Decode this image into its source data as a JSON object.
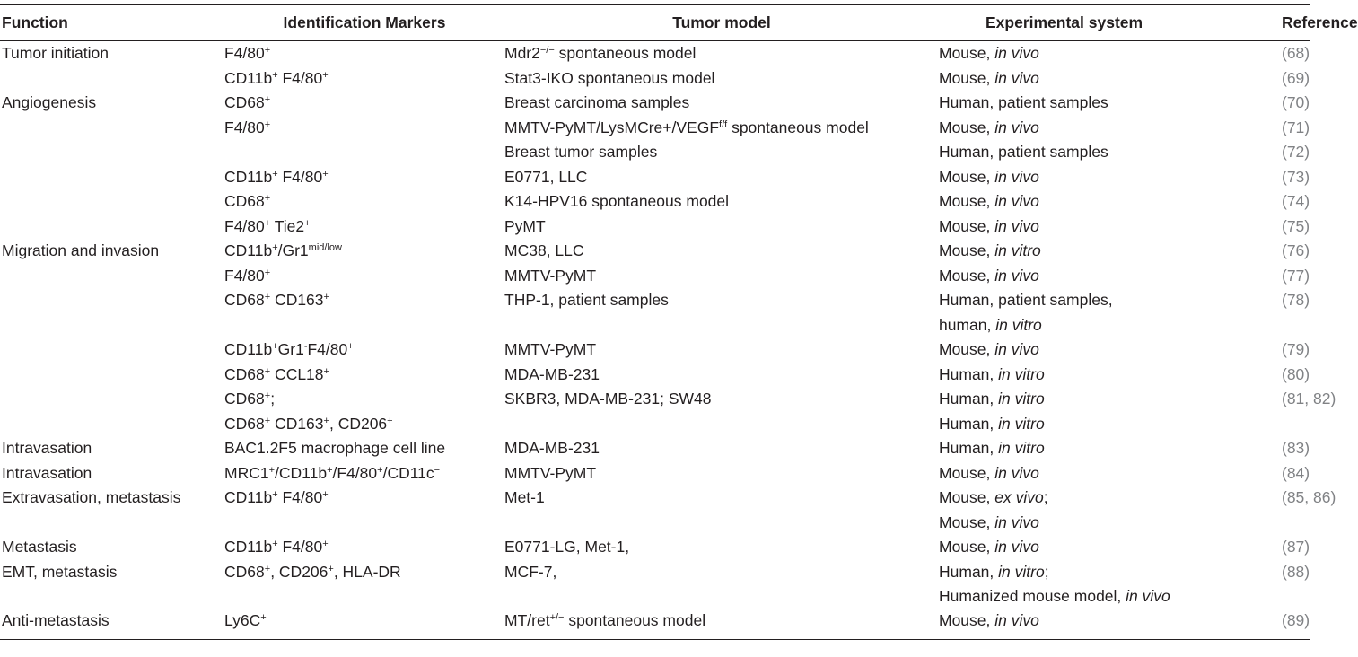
{
  "columns": [
    {
      "label": "Function"
    },
    {
      "label": "Identification Markers"
    },
    {
      "label": "Tumor model"
    },
    {
      "label": "Experimental system"
    },
    {
      "label": "Reference"
    }
  ],
  "rows": [
    {
      "function": "Tumor initiation",
      "markers": [
        [
          "F4/80",
          "sup",
          "+"
        ]
      ],
      "model": [
        [
          "Mdr2",
          "sup",
          "−/−"
        ],
        [
          " spontaneous model",
          "t"
        ]
      ],
      "system": [
        [
          "Mouse, ",
          "t"
        ],
        [
          "in vivo",
          "i"
        ]
      ],
      "ref": "(68)"
    },
    {
      "function": "",
      "markers": [
        [
          "CD11b",
          "t"
        ],
        [
          "+",
          "sup"
        ],
        [
          " F4/80",
          "t"
        ],
        [
          "+",
          "sup"
        ]
      ],
      "model": [
        [
          "Stat3-IKO spontaneous model",
          "t"
        ]
      ],
      "system": [
        [
          "Mouse, ",
          "t"
        ],
        [
          "in vivo",
          "i"
        ]
      ],
      "ref": "(69)"
    },
    {
      "function": "Angiogenesis",
      "markers": [
        [
          "CD68",
          "t"
        ],
        [
          "+",
          "sup"
        ]
      ],
      "model": [
        [
          "Breast carcinoma samples",
          "t"
        ]
      ],
      "system": [
        [
          "Human, patient samples",
          "t"
        ]
      ],
      "ref": "(70)"
    },
    {
      "function": "",
      "markers": [
        [
          "F4/80",
          "t"
        ],
        [
          "+",
          "sup"
        ]
      ],
      "model": [
        [
          "MMTV-PyMT/LysMCre+/VEGF",
          "t"
        ],
        [
          "f/f",
          "sup"
        ],
        [
          " spontaneous model",
          "t"
        ]
      ],
      "system": [
        [
          "Mouse, ",
          "t"
        ],
        [
          "in vivo",
          "i"
        ]
      ],
      "ref": "(71)"
    },
    {
      "function": "",
      "markers": [],
      "model": [
        [
          "Breast tumor samples",
          "t"
        ]
      ],
      "system": [
        [
          "Human, patient samples",
          "t"
        ]
      ],
      "ref": "(72)"
    },
    {
      "function": "",
      "markers": [
        [
          "CD11b",
          "t"
        ],
        [
          "+",
          "sup"
        ],
        [
          " F4/80",
          "t"
        ],
        [
          "+",
          "sup"
        ]
      ],
      "model": [
        [
          "E0771, LLC",
          "t"
        ]
      ],
      "system": [
        [
          "Mouse, ",
          "t"
        ],
        [
          "in vivo",
          "i"
        ]
      ],
      "ref": "(73)"
    },
    {
      "function": "",
      "markers": [
        [
          "CD68",
          "t"
        ],
        [
          "+",
          "sup"
        ]
      ],
      "model": [
        [
          "K14-HPV16 spontaneous model",
          "t"
        ]
      ],
      "system": [
        [
          "Mouse, ",
          "t"
        ],
        [
          "in vivo",
          "i"
        ]
      ],
      "ref": "(74)"
    },
    {
      "function": "",
      "markers": [
        [
          "F4/80",
          "t"
        ],
        [
          "+",
          "sup"
        ],
        [
          " Tie2",
          "t"
        ],
        [
          "+",
          "sup"
        ]
      ],
      "model": [
        [
          "PyMT",
          "t"
        ]
      ],
      "system": [
        [
          "Mouse, ",
          "t"
        ],
        [
          "in vivo",
          "i"
        ]
      ],
      "ref": "(75)"
    },
    {
      "function": "Migration and invasion",
      "markers": [
        [
          "CD11b",
          "t"
        ],
        [
          "+",
          "sup"
        ],
        [
          "/Gr1",
          "t"
        ],
        [
          "mid/low",
          "sup"
        ]
      ],
      "model": [
        [
          "MC38, LLC",
          "t"
        ]
      ],
      "system": [
        [
          "Mouse, ",
          "t"
        ],
        [
          "in vitro",
          "i"
        ]
      ],
      "ref": "(76)"
    },
    {
      "function": "",
      "markers": [
        [
          "F4/80",
          "t"
        ],
        [
          "+",
          "sup"
        ]
      ],
      "model": [
        [
          "MMTV-PyMT",
          "t"
        ]
      ],
      "system": [
        [
          "Mouse, ",
          "t"
        ],
        [
          "in vivo",
          "i"
        ]
      ],
      "ref": "(77)"
    },
    {
      "function": "",
      "markers": [
        [
          "CD68",
          "t"
        ],
        [
          "+",
          "sup"
        ],
        [
          " CD163",
          "t"
        ],
        [
          "+",
          "sup"
        ]
      ],
      "model": [
        [
          "THP-1, patient samples",
          "t"
        ]
      ],
      "system": [
        [
          "Human, patient samples,",
          "t"
        ]
      ],
      "ref": "(78)"
    },
    {
      "function": "",
      "markers": [],
      "model": [],
      "system": [
        [
          "human, ",
          "t"
        ],
        [
          "in vitro",
          "i"
        ]
      ],
      "ref": ""
    },
    {
      "function": "",
      "markers": [
        [
          "CD11b",
          "t"
        ],
        [
          "+",
          "sup"
        ],
        [
          "Gr1",
          "t"
        ],
        [
          "-",
          "sup"
        ],
        [
          "F4/80",
          "t"
        ],
        [
          "+",
          "sup"
        ]
      ],
      "model": [
        [
          "MMTV-PyMT",
          "t"
        ]
      ],
      "system": [
        [
          "Mouse, ",
          "t"
        ],
        [
          "in vivo",
          "i"
        ]
      ],
      "ref": "(79)"
    },
    {
      "function": "",
      "markers": [
        [
          "CD68",
          "t"
        ],
        [
          "+",
          "sup"
        ],
        [
          " CCL18",
          "t"
        ],
        [
          "+",
          "sup"
        ]
      ],
      "model": [
        [
          "MDA-MB-231",
          "t"
        ]
      ],
      "system": [
        [
          "Human, ",
          "t"
        ],
        [
          "in vitro",
          "i"
        ]
      ],
      "ref": "(80)"
    },
    {
      "function": "",
      "markers": [
        [
          "CD68",
          "t"
        ],
        [
          "+",
          "sup"
        ],
        [
          ";",
          "t"
        ]
      ],
      "model": [
        [
          "SKBR3, MDA-MB-231; SW48",
          "t"
        ]
      ],
      "system": [
        [
          "Human, ",
          "t"
        ],
        [
          "in vitro",
          "i"
        ]
      ],
      "ref": "(81, 82)"
    },
    {
      "function": "",
      "markers": [
        [
          "CD68",
          "t"
        ],
        [
          "+",
          "sup"
        ],
        [
          " CD163",
          "t"
        ],
        [
          "+",
          "sup"
        ],
        [
          ", CD206",
          "t"
        ],
        [
          "+",
          "sup"
        ]
      ],
      "model": [],
      "system": [
        [
          "Human, ",
          "t"
        ],
        [
          "in vitro",
          "i"
        ]
      ],
      "ref": ""
    },
    {
      "function": "Intravasation",
      "markers": [
        [
          "BAC1.2F5 macrophage cell line",
          "t"
        ]
      ],
      "model": [
        [
          "MDA-MB-231",
          "t"
        ]
      ],
      "system": [
        [
          "Human, ",
          "t"
        ],
        [
          "in vitro",
          "i"
        ]
      ],
      "ref": "(83)"
    },
    {
      "function": "Intravasation",
      "markers": [
        [
          "MRC1",
          "t"
        ],
        [
          "+",
          "sup"
        ],
        [
          "/CD11b",
          "t"
        ],
        [
          "+",
          "sup"
        ],
        [
          "/F4/80",
          "t"
        ],
        [
          "+",
          "sup"
        ],
        [
          "/CD11c",
          "t"
        ],
        [
          "−",
          "sup"
        ]
      ],
      "model": [
        [
          "MMTV-PyMT",
          "t"
        ]
      ],
      "system": [
        [
          "Mouse, ",
          "t"
        ],
        [
          "in vivo",
          "i"
        ]
      ],
      "ref": "(84)"
    },
    {
      "function": "Extravasation, metastasis",
      "markers": [
        [
          "CD11b",
          "t"
        ],
        [
          "+",
          "sup"
        ],
        [
          " F4/80",
          "t"
        ],
        [
          "+",
          "sup"
        ]
      ],
      "model": [
        [
          "Met-1",
          "t"
        ]
      ],
      "system": [
        [
          "Mouse, ",
          "t"
        ],
        [
          "ex vivo",
          "i"
        ],
        [
          ";",
          "t"
        ]
      ],
      "ref": "(85, 86)"
    },
    {
      "function": "",
      "markers": [],
      "model": [],
      "system": [
        [
          "Mouse, ",
          "t"
        ],
        [
          "in vivo",
          "i"
        ]
      ],
      "ref": ""
    },
    {
      "function": "Metastasis",
      "markers": [
        [
          "CD11b",
          "t"
        ],
        [
          "+",
          "sup"
        ],
        [
          " F4/80",
          "t"
        ],
        [
          "+",
          "sup"
        ]
      ],
      "model": [
        [
          "E0771-LG, Met-1,",
          "t"
        ]
      ],
      "system": [
        [
          "Mouse, ",
          "t"
        ],
        [
          "in vivo",
          "i"
        ]
      ],
      "ref": "(87)"
    },
    {
      "function": "EMT, metastasis",
      "markers": [
        [
          "CD68",
          "t"
        ],
        [
          "+",
          "sup"
        ],
        [
          ", CD206",
          "t"
        ],
        [
          "+",
          "sup"
        ],
        [
          ", HLA-DR",
          "t"
        ]
      ],
      "model": [
        [
          "MCF-7,",
          "t"
        ]
      ],
      "system": [
        [
          "Human, ",
          "t"
        ],
        [
          "in vitro",
          "i"
        ],
        [
          ";",
          "t"
        ]
      ],
      "ref": "(88)"
    },
    {
      "function": "",
      "markers": [],
      "model": [],
      "system": [
        [
          "Humanized mouse model, ",
          "t"
        ],
        [
          "in vivo",
          "i"
        ]
      ],
      "ref": ""
    },
    {
      "function": "Anti-metastasis",
      "markers": [
        [
          "Ly6C",
          "t"
        ],
        [
          "+",
          "sup"
        ]
      ],
      "model": [
        [
          "MT/ret",
          "t"
        ],
        [
          "+/−",
          "sup"
        ],
        [
          " spontaneous model",
          "t"
        ]
      ],
      "system": [
        [
          "Mouse, ",
          "t"
        ],
        [
          "in vivo",
          "i"
        ]
      ],
      "ref": "(89)"
    }
  ]
}
